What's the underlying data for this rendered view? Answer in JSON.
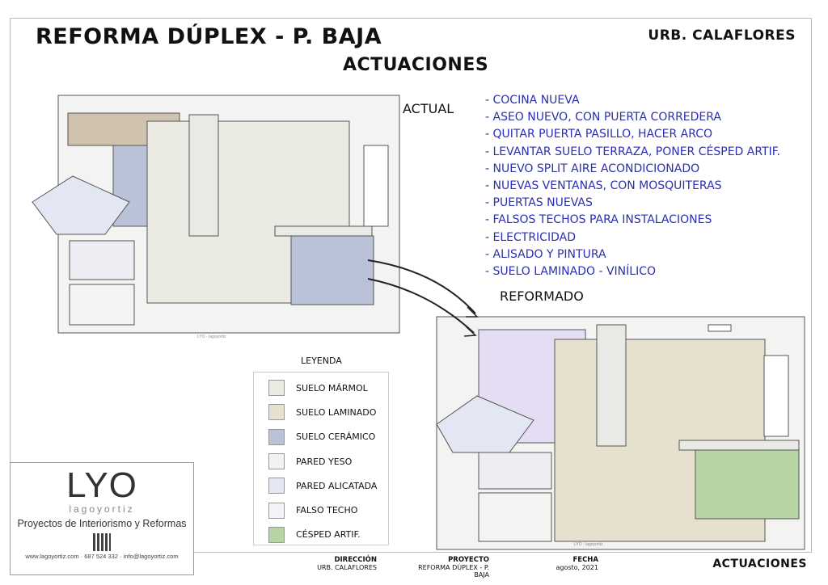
{
  "header": {
    "title": "REFORMA DÚPLEX - P. BAJA",
    "subtitle": "ACTUACIONES",
    "location": "URB. CALAFLORES"
  },
  "plans": {
    "current_label": "ACTUAL",
    "renovated_label": "REFORMADO",
    "caption": "LYO - lagoyortiz"
  },
  "actions": [
    "- COCINA NUEVA",
    "- ASEO NUEVO, CON PUERTA CORREDERA",
    "- QUITAR PUERTA PASILLO, HACER ARCO",
    "- LEVANTAR SUELO TERRAZA, PONER CÉSPED ARTIF.",
    "- NUEVO SPLIT AIRE ACONDICIONADO",
    "- NUEVAS VENTANAS, CON MOSQUITERAS",
    "- PUERTAS NUEVAS",
    "- FALSOS TECHOS PARA INSTALACIONES",
    "- ELECTRICIDAD",
    "- ALISADO Y PINTURA",
    "- SUELO LAMINADO - VINÍLICO"
  ],
  "legend": {
    "title": "LEYENDA",
    "items": [
      {
        "label": "SUELO MÁRMOL",
        "color": "#ecebe3"
      },
      {
        "label": "SUELO LAMINADO",
        "color": "#e6e1cf"
      },
      {
        "label": "SUELO CERÁMICO",
        "color": "#b9c2d6"
      },
      {
        "label": "PARED YESO",
        "color": "#f1f1ef"
      },
      {
        "label": "PARED ALICATADA",
        "color": "#e3e7f3"
      },
      {
        "label": "FALSO TECHO",
        "color": "#f6f2fa"
      },
      {
        "label": "CÉSPED ARTIF.",
        "color": "#b8d3a4"
      }
    ]
  },
  "logo": {
    "mark": "LYO",
    "name": "lagoyortiz",
    "tagline": "Proyectos de Interiorismo y Reformas",
    "contact": "www.lagoyortiz.com  ·  687 524 332  ·  info@lagoyortiz.com"
  },
  "title_block": {
    "address_label": "DIRECCIÓN",
    "address": "URB. CALAFLORES",
    "project_label": "PROYECTO",
    "project": "REFORMA DÚPLEX - P. BAJA",
    "date_label": "FECHA",
    "date": "agosto, 2021",
    "sheet": "ACTUACIONES"
  }
}
